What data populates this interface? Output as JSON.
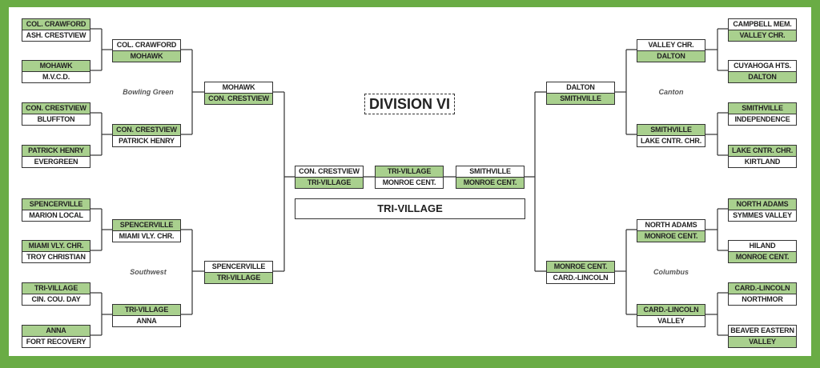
{
  "title": "DIVISION VI",
  "champion": "TRI-VILLAGE",
  "colors": {
    "border": "#6aac45",
    "winner_fill": "#a9d08e"
  },
  "regions": {
    "top_left": "Bowling Green",
    "bottom_left": "Southwest",
    "top_right": "Canton",
    "bottom_right": "Columbus"
  },
  "left": {
    "round1": [
      [
        {
          "name": "COL. CRAWFORD",
          "win": true
        },
        {
          "name": "ASH. CRESTVIEW",
          "win": false
        }
      ],
      [
        {
          "name": "MOHAWK",
          "win": true
        },
        {
          "name": "M.V.C.D.",
          "win": false
        }
      ],
      [
        {
          "name": "CON. CRESTVIEW",
          "win": true
        },
        {
          "name": "BLUFFTON",
          "win": false
        }
      ],
      [
        {
          "name": "PATRICK HENRY",
          "win": true
        },
        {
          "name": "EVERGREEN",
          "win": false
        }
      ],
      [
        {
          "name": "SPENCERVILLE",
          "win": true
        },
        {
          "name": "MARION LOCAL",
          "win": false
        }
      ],
      [
        {
          "name": "MIAMI VLY. CHR.",
          "win": true
        },
        {
          "name": "TROY CHRISTIAN",
          "win": false
        }
      ],
      [
        {
          "name": "TRI-VILLAGE",
          "win": true
        },
        {
          "name": "CIN. COU. DAY",
          "win": false
        }
      ],
      [
        {
          "name": "ANNA",
          "win": true
        },
        {
          "name": "FORT RECOVERY",
          "win": false
        }
      ]
    ],
    "round2": [
      [
        {
          "name": "COL. CRAWFORD",
          "win": false
        },
        {
          "name": "MOHAWK",
          "win": true
        }
      ],
      [
        {
          "name": "CON. CRESTVIEW",
          "win": true
        },
        {
          "name": "PATRICK HENRY",
          "win": false
        }
      ],
      [
        {
          "name": "SPENCERVILLE",
          "win": true
        },
        {
          "name": "MIAMI VLY. CHR.",
          "win": false
        }
      ],
      [
        {
          "name": "TRI-VILLAGE",
          "win": true
        },
        {
          "name": "ANNA",
          "win": false
        }
      ]
    ],
    "round3": [
      [
        {
          "name": "MOHAWK",
          "win": false
        },
        {
          "name": "CON. CRESTVIEW",
          "win": true
        }
      ],
      [
        {
          "name": "SPENCERVILLE",
          "win": false
        },
        {
          "name": "TRI-VILLAGE",
          "win": true
        }
      ]
    ],
    "semifinal": [
      {
        "name": "CON. CRESTVIEW",
        "win": false
      },
      {
        "name": "TRI-VILLAGE",
        "win": true
      }
    ]
  },
  "final": [
    {
      "name": "TRI-VILLAGE",
      "win": true
    },
    {
      "name": "MONROE CENT.",
      "win": false
    }
  ],
  "right": {
    "round1": [
      [
        {
          "name": "CAMPBELL MEM.",
          "win": false
        },
        {
          "name": "VALLEY CHR.",
          "win": true
        }
      ],
      [
        {
          "name": "CUYAHOGA HTS.",
          "win": false
        },
        {
          "name": "DALTON",
          "win": true
        }
      ],
      [
        {
          "name": "SMITHVILLE",
          "win": true
        },
        {
          "name": "INDEPENDENCE",
          "win": false
        }
      ],
      [
        {
          "name": "LAKE CNTR. CHR.",
          "win": true
        },
        {
          "name": "KIRTLAND",
          "win": false
        }
      ],
      [
        {
          "name": "NORTH ADAMS",
          "win": true
        },
        {
          "name": "SYMMES VALLEY",
          "win": false
        }
      ],
      [
        {
          "name": "HILAND",
          "win": false
        },
        {
          "name": "MONROE CENT.",
          "win": true
        }
      ],
      [
        {
          "name": "CARD.-LINCOLN",
          "win": true
        },
        {
          "name": "NORTHMOR",
          "win": false
        }
      ],
      [
        {
          "name": "BEAVER EASTERN",
          "win": false
        },
        {
          "name": "VALLEY",
          "win": true
        }
      ]
    ],
    "round2": [
      [
        {
          "name": "VALLEY CHR.",
          "win": false
        },
        {
          "name": "DALTON",
          "win": true
        }
      ],
      [
        {
          "name": "SMITHVILLE",
          "win": true
        },
        {
          "name": "LAKE CNTR. CHR.",
          "win": false
        }
      ],
      [
        {
          "name": "NORTH ADAMS",
          "win": false
        },
        {
          "name": "MONROE CENT.",
          "win": true
        }
      ],
      [
        {
          "name": "CARD.-LINCOLN",
          "win": true
        },
        {
          "name": "VALLEY",
          "win": false
        }
      ]
    ],
    "round3": [
      [
        {
          "name": "DALTON",
          "win": false
        },
        {
          "name": "SMITHVILLE",
          "win": true
        }
      ],
      [
        {
          "name": "MONROE CENT.",
          "win": true
        },
        {
          "name": "CARD.-LINCOLN",
          "win": false
        }
      ]
    ],
    "semifinal": [
      {
        "name": "SMITHVILLE",
        "win": false
      },
      {
        "name": "MONROE CENT.",
        "win": true
      }
    ]
  }
}
